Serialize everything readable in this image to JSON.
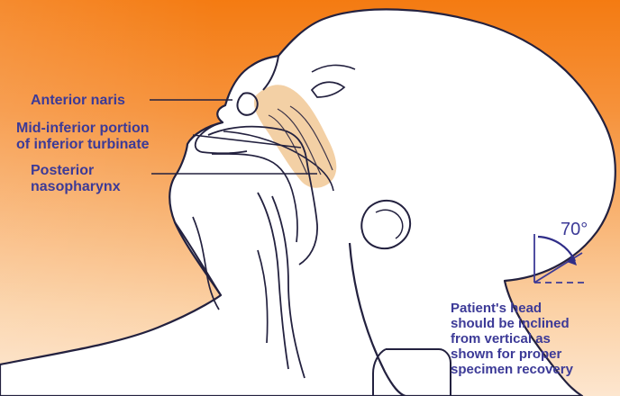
{
  "labels": {
    "anterior_naris": "Anterior naris",
    "mid_inferior": "Mid-inferior portion\nof inferior turbinate",
    "posterior_nasopharynx": "Posterior\nnasopharynx"
  },
  "angle": {
    "value": "70°"
  },
  "instruction": "Patient's head\nshould be inclined\nfrom vertical as\nshown for proper\nspecimen recovery",
  "colors": {
    "text": "#3c3a97",
    "outline": "#23213f",
    "nasal_highlight": "#f2cda0",
    "angle_arrow": "#2f2d88",
    "background_top": "#f47b12",
    "background_bottom": "#fde6cf"
  }
}
